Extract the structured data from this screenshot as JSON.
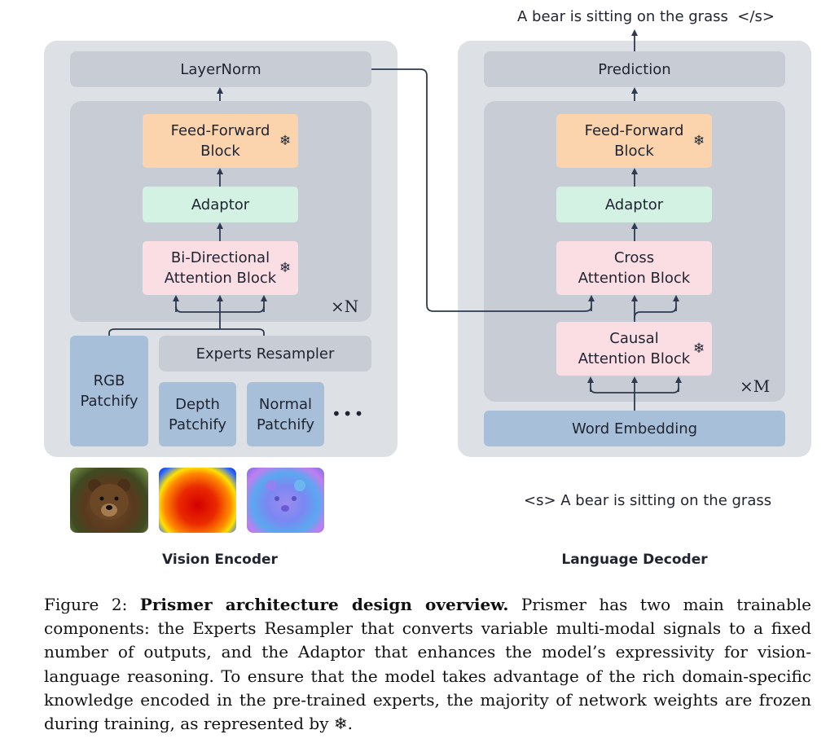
{
  "top_output_text": "A bear is sitting on the grass  </s>",
  "bottom_input_text": "<s> A bear is sitting on the grass",
  "encoder": {
    "layernorm": "LayerNorm",
    "feed_forward_l1": "Feed-Forward",
    "feed_forward_l2": "Block",
    "adaptor": "Adaptor",
    "attention_l1": "Bi-Directional",
    "attention_l2": "Attention Block",
    "repeat": "×N",
    "experts_resampler": "Experts Resampler",
    "rgb_l1": "RGB",
    "rgb_l2": "Patchify",
    "depth_l1": "Depth",
    "depth_l2": "Patchify",
    "normal_l1": "Normal",
    "normal_l2": "Patchify",
    "ellipsis": "•••",
    "title": "Vision Encoder"
  },
  "decoder": {
    "prediction": "Prediction",
    "feed_forward_l1": "Feed-Forward",
    "feed_forward_l2": "Block",
    "adaptor": "Adaptor",
    "cross_l1": "Cross",
    "cross_l2": "Attention Block",
    "causal_l1": "Causal",
    "causal_l2": "Attention Block",
    "repeat": "×M",
    "word_embedding": "Word Embedding",
    "title": "Language Decoder"
  },
  "frozen_symbol": "❄",
  "caption": {
    "prefix": "Figure 2: ",
    "bold": "Prismer architecture design overview.",
    "body": " Prismer has two main trainable components: the Experts Resampler that converts variable multi-modal signals to a fixed number of outputs, and the Adaptor that enhances the model’s expressivity for vision-language reasoning. To ensure that the model takes advantage of the rich domain-specific knowledge encoded in the pre-trained experts, the majority of network weights are frozen during training, as represented by ",
    "suffix": "."
  },
  "colors": {
    "panel": "#dde1e6",
    "inner": "#c7ccd5",
    "feed_forward": "#fbd4ae",
    "adaptor": "#d3f2e4",
    "attention": "#fbdde4",
    "patchify": "#a8bfd9",
    "arrow": "#2d3a50"
  },
  "images": [
    "rgb-bear-photo",
    "depth-map-bear",
    "normal-map-bear"
  ]
}
